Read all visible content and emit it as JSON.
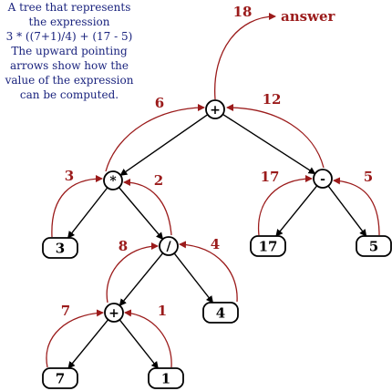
{
  "caption": [
    "A tree that represents",
    "the expression",
    "3 * ((7+1)/4) + (17 - 5)",
    "The upward pointing",
    "arrows show how the",
    "value of the expression",
    "can be computed."
  ],
  "answer_label": "answer",
  "colors": {
    "edge": "#000000",
    "arrow": "#9b1b1b",
    "caption": "#1a237e"
  },
  "nodes": [
    {
      "id": "root",
      "kind": "operator",
      "label": "+"
    },
    {
      "id": "mul",
      "kind": "operator",
      "label": "*"
    },
    {
      "id": "sub",
      "kind": "operator",
      "label": "-"
    },
    {
      "id": "div",
      "kind": "operator",
      "label": "/"
    },
    {
      "id": "add",
      "kind": "operator",
      "label": "+"
    },
    {
      "id": "n3",
      "kind": "number",
      "label": "3"
    },
    {
      "id": "n17",
      "kind": "number",
      "label": "17"
    },
    {
      "id": "n5",
      "kind": "number",
      "label": "5"
    },
    {
      "id": "n4",
      "kind": "number",
      "label": "4"
    },
    {
      "id": "n7",
      "kind": "number",
      "label": "7"
    },
    {
      "id": "n1",
      "kind": "number",
      "label": "1"
    }
  ],
  "edges": [
    [
      "root",
      "mul"
    ],
    [
      "root",
      "sub"
    ],
    [
      "mul",
      "n3"
    ],
    [
      "mul",
      "div"
    ],
    [
      "sub",
      "n17"
    ],
    [
      "sub",
      "n5"
    ],
    [
      "div",
      "add"
    ],
    [
      "div",
      "n4"
    ],
    [
      "add",
      "n7"
    ],
    [
      "add",
      "n1"
    ]
  ],
  "arrows": [
    {
      "id": "root-answer",
      "value": "18"
    },
    {
      "id": "mul-root",
      "value": "6"
    },
    {
      "id": "sub-root",
      "value": "12"
    },
    {
      "id": "n3-mul",
      "value": "3"
    },
    {
      "id": "div-mul",
      "value": "2"
    },
    {
      "id": "n17-sub",
      "value": "17"
    },
    {
      "id": "n5-sub",
      "value": "5"
    },
    {
      "id": "add-div",
      "value": "8"
    },
    {
      "id": "n4-div",
      "value": "4"
    },
    {
      "id": "n7-add",
      "value": "7"
    },
    {
      "id": "n1-add",
      "value": "1"
    }
  ]
}
